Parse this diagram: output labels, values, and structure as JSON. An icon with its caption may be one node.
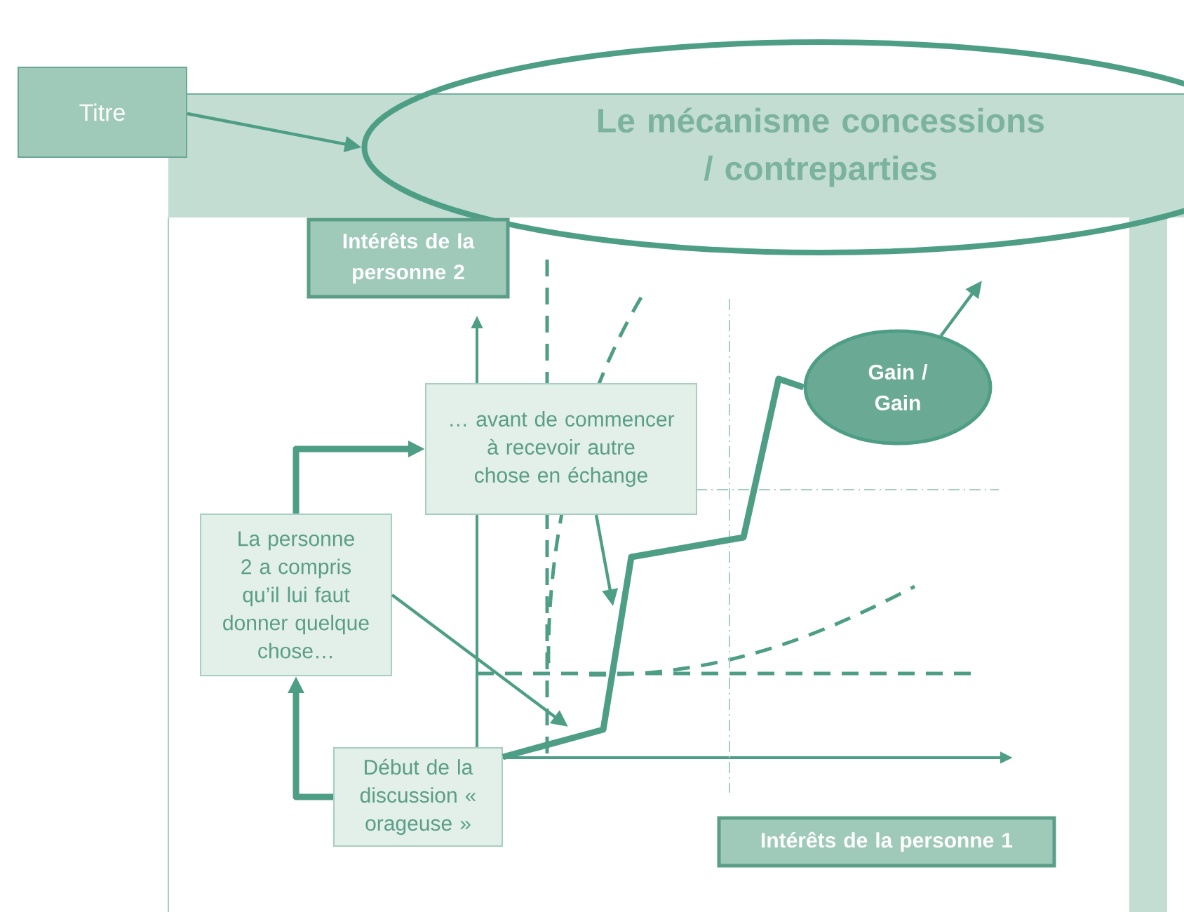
{
  "diagram": {
    "nodes": [
      {
        "text": [
          "Titre"
        ]
      },
      {
        "text": [
          "Le mécanisme concessions / contreparties"
        ]
      },
      {
        "text": [
          "Intérêts de la personne 2"
        ]
      },
      {
        "text": [
          "… avant de commencer à recevoir autre chose en échange"
        ]
      },
      {
        "text": [
          "La personne 2 a compris qu’il lui faut donner quelque chose…"
        ]
      },
      {
        "text": [
          "Début de la discussion « orageuse »"
        ]
      },
      {
        "text": [
          "Gain / Gain"
        ]
      },
      {
        "text": [
          "Intérêts de la personne 1"
        ]
      }
    ],
    "edges": [
      {
        "from": 0,
        "to": 1,
        "arrow": "to"
      },
      {
        "from": 5,
        "to": 4,
        "arrow": "to",
        "style": "thick"
      },
      {
        "from": 4,
        "to": 3,
        "arrow": "to",
        "style": "thick"
      },
      {
        "from": 4,
        "to": null,
        "arrow": "to"
      },
      {
        "from": 3,
        "to": null,
        "arrow": "to"
      },
      {
        "from": 5,
        "to": 6,
        "arrow": "none",
        "style": "thick"
      },
      {
        "from": 6,
        "to": null,
        "arrow": "to"
      }
    ]
  }
}
